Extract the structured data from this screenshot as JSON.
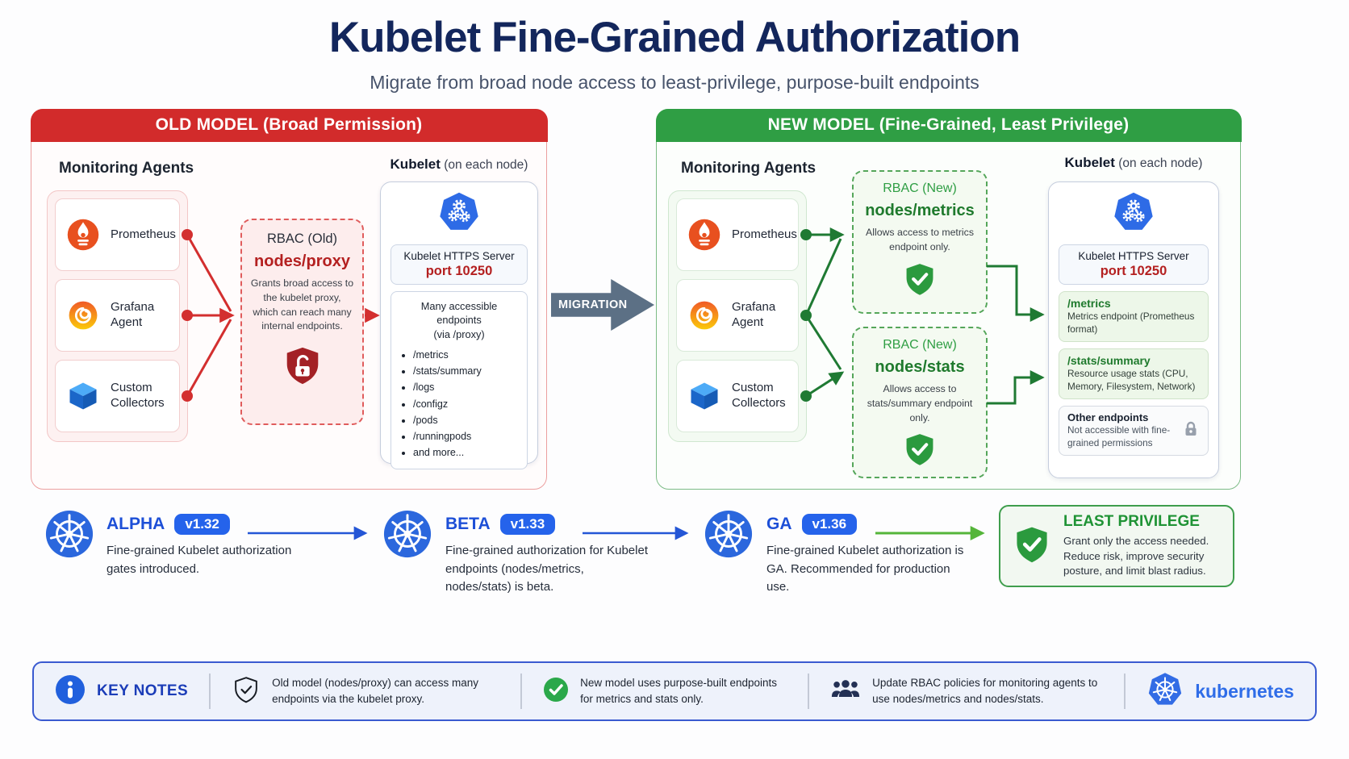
{
  "colors": {
    "accent_red": "#d22b2b",
    "accent_green": "#2f9e44",
    "accent_blue": "#2563eb",
    "kubernetes_blue": "#326ce5",
    "title_navy": "#13265c",
    "migration_gray": "#5c7085",
    "shield_dark_red": "#a32125",
    "timeline_green": "#55b53a"
  },
  "header": {
    "title": "Kubelet Fine-Grained Authorization",
    "subtitle": "Migrate from broad node access to least-privilege, purpose-built endpoints"
  },
  "old_model": {
    "header": "OLD MODEL (Broad Permission)",
    "agents_title": "Monitoring Agents",
    "agents": [
      {
        "name": "Prometheus",
        "icon": "prometheus-icon"
      },
      {
        "name": "Grafana Agent",
        "icon": "grafana-icon"
      },
      {
        "name": "Custom Collectors",
        "icon": "cube-icon"
      }
    ],
    "rbac": {
      "title": "RBAC (Old)",
      "resource": "nodes/proxy",
      "description": "Grants broad access to the kubelet proxy, which can reach many internal endpoints.",
      "icon": "shield-unlocked-icon"
    },
    "kubelet": {
      "title": "Kubelet",
      "subtitle": "(on each node)",
      "icon": "kubernetes-node-icon",
      "server_label": "Kubelet HTTPS Server",
      "port": "port 10250",
      "endpoints_title": "Many accessible endpoints",
      "endpoints_subtitle": "(via /proxy)",
      "endpoints": [
        "/metrics",
        "/stats/summary",
        "/logs",
        "/configz",
        "/pods",
        "/runningpods",
        "and more..."
      ]
    }
  },
  "migration": {
    "label": "MIGRATION"
  },
  "new_model": {
    "header": "NEW MODEL (Fine-Grained, Least Privilege)",
    "agents_title": "Monitoring Agents",
    "agents": [
      {
        "name": "Prometheus",
        "icon": "prometheus-icon"
      },
      {
        "name": "Grafana Agent",
        "icon": "grafana-icon"
      },
      {
        "name": "Custom Collectors",
        "icon": "cube-icon"
      }
    ],
    "rbac_metrics": {
      "title": "RBAC (New)",
      "resource": "nodes/metrics",
      "description": "Allows access to metrics endpoint only.",
      "icon": "shield-check-icon"
    },
    "rbac_stats": {
      "title": "RBAC (New)",
      "resource": "nodes/stats",
      "description": "Allows access to stats/summary endpoint only.",
      "icon": "shield-check-icon"
    },
    "kubelet": {
      "title": "Kubelet",
      "subtitle": "(on each node)",
      "icon": "kubernetes-node-icon",
      "server_label": "Kubelet HTTPS Server",
      "port": "port 10250",
      "metrics_endpoint": {
        "path": "/metrics",
        "description": "Metrics endpoint (Prometheus format)"
      },
      "stats_endpoint": {
        "path": "/stats/summary",
        "description": "Resource usage stats (CPU, Memory, Filesystem, Network)"
      },
      "other_endpoints": {
        "title": "Other endpoints",
        "description": "Not accessible with fine-grained permissions",
        "icon": "lock-icon"
      }
    }
  },
  "timeline": {
    "milestones": [
      {
        "stage": "ALPHA",
        "version": "v1.32",
        "description": "Fine-grained Kubelet authorization gates introduced."
      },
      {
        "stage": "BETA",
        "version": "v1.33",
        "description": "Fine-grained authorization for Kubelet endpoints (nodes/metrics, nodes/stats) is beta."
      },
      {
        "stage": "GA",
        "version": "v1.36",
        "description": "Fine-grained Kubelet authorization is GA. Recommended for production use."
      }
    ],
    "least_privilege": {
      "title": "LEAST PRIVILEGE",
      "description": "Grant only the access needed. Reduce risk, improve security posture, and limit blast radius.",
      "icon": "shield-check-icon"
    }
  },
  "key_notes": {
    "label": "KEY NOTES",
    "notes": [
      {
        "icon": "shield-check-outline-icon",
        "text": "Old model (nodes/proxy) can access many endpoints via the kubelet proxy."
      },
      {
        "icon": "check-circle-icon",
        "text": "New model uses purpose-built endpoints for metrics and stats only."
      },
      {
        "icon": "people-icon",
        "text": "Update RBAC policies for monitoring agents to use nodes/metrics and nodes/stats."
      }
    ],
    "brand": "kubernetes"
  }
}
